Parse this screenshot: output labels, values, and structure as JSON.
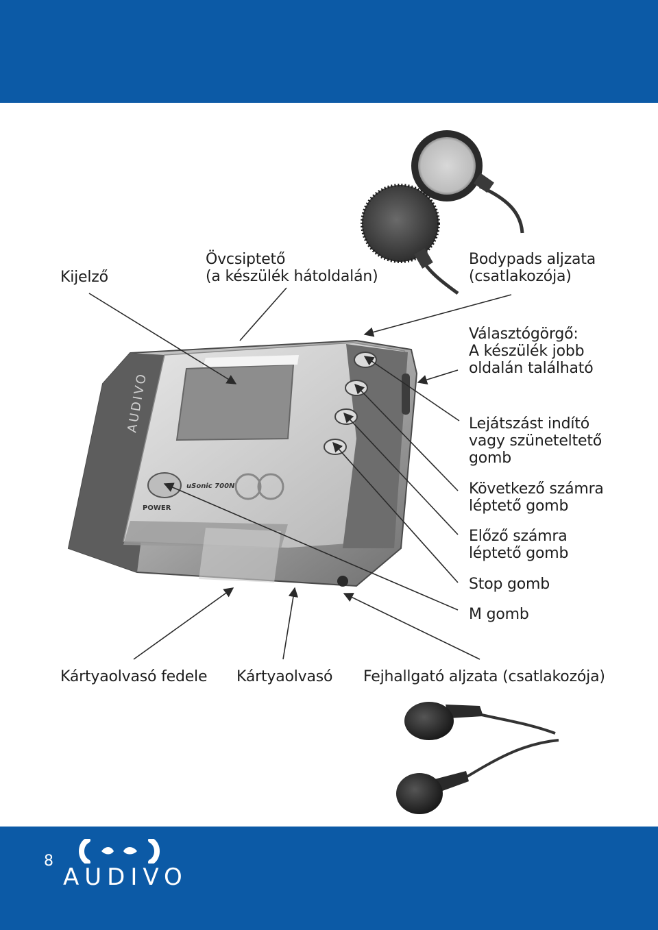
{
  "labels": {
    "display": "Kijelző",
    "belt_clip": [
      "Övcsiptető",
      "(a készülék hátoldalán)"
    ],
    "bodypads_jack": [
      "Bodypads aljzata",
      "(csatlakozója)"
    ],
    "selector_wheel": [
      "Választógörgő:",
      "A készülék jobb",
      "oldalán található"
    ],
    "play_pause": [
      "Lejátszást indító",
      "vagy szüneteltető",
      "gomb"
    ],
    "next_track": [
      "Következő számra",
      "léptető gomb"
    ],
    "prev_track": [
      "Előző számra",
      "léptető gomb"
    ],
    "stop": "Stop gomb",
    "m_button": "M gomb",
    "card_cover": "Kártyaolvasó fedele",
    "card_reader": "Kártyaolvasó",
    "headphone_jack": "Fejhallgató aljzata (csatlakozója)"
  },
  "device": {
    "model": "uSonic 700N",
    "power_label": "POWER",
    "side_brand": "AUDIVO"
  },
  "footer": {
    "page_number": "8",
    "brand": "AUDIVO"
  },
  "colors": {
    "band": "#0c5aa6",
    "label_text": "#1e1e1e"
  },
  "icons": [
    "audivo-logo-icon"
  ]
}
